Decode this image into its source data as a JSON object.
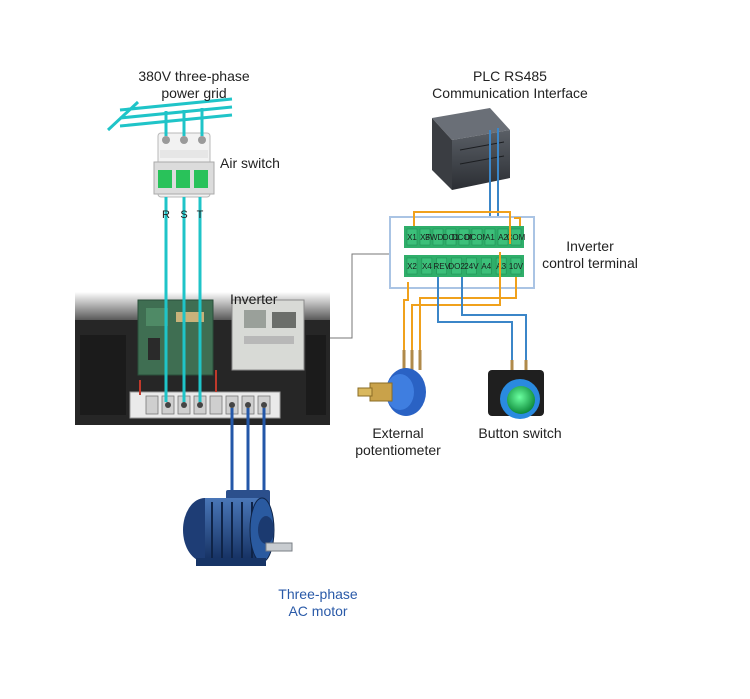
{
  "labels": {
    "grid_line1": "380V three-phase",
    "grid_line2": "power grid",
    "air_switch": "Air switch",
    "plc_line1": "PLC RS485",
    "plc_line2": "Communication Interface",
    "terminal_line1": "Inverter",
    "terminal_line2": "control terminal",
    "inverter": "Inverter",
    "pot_line1": "External",
    "pot_line2": "potentiometer",
    "button_switch": "Button switch",
    "motor_line1": "Three-phase",
    "motor_line2": "AC motor"
  },
  "phase_labels": [
    "R",
    "S",
    "T"
  ],
  "terminal_top": [
    "X1",
    "X3",
    "FWD X",
    "DO1",
    "DCOM",
    "DCOM",
    "A1",
    "A2",
    "COM"
  ],
  "terminal_bottom": [
    "X2",
    "X4",
    "REV",
    "DO2",
    "24V",
    "A4",
    "A3",
    "10V"
  ],
  "colors": {
    "phase_wire": "#1fc4c8",
    "motor_wire": "#2357a8",
    "signal_wire_orange": "#f0a11c",
    "signal_wire_blue": "#3b86c8",
    "terminal_green": "#2fae6a",
    "label_blue": "#2a5aa8"
  }
}
